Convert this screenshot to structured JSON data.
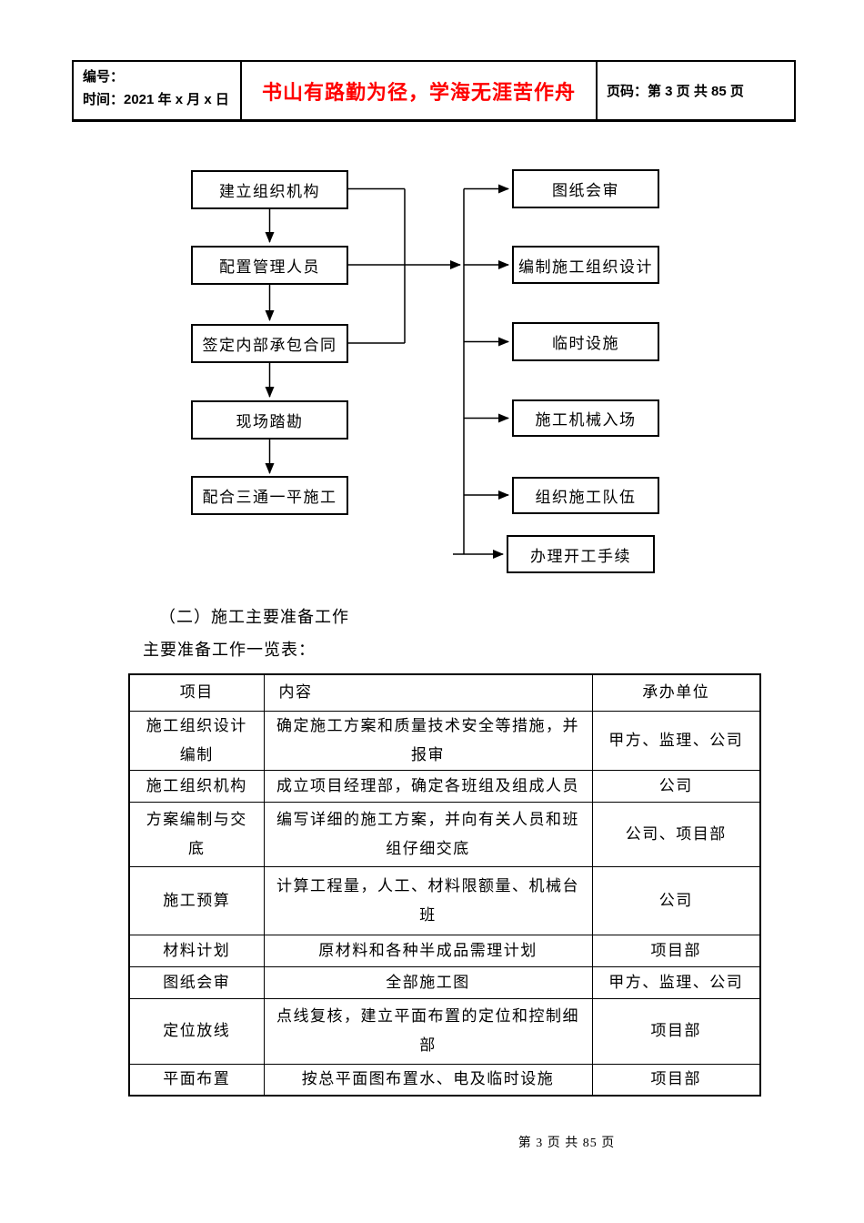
{
  "page_header": {
    "number_label": "编号：",
    "date_line": "时间：2021 年 x 月 x 日",
    "motto": "书山有路勤为径，学海无涯苦作舟",
    "motto_color": "#ff0000",
    "page_info": "页码：第 3 页 共 85 页"
  },
  "flowchart": {
    "left_boxes": [
      "建立组织机构",
      "配置管理人员",
      "签定内部承包合同",
      "现场踏勘",
      "配合三通一平施工"
    ],
    "right_boxes": [
      "图纸会审",
      "编制施工组织设计",
      "临时设施",
      "施工机械入场",
      "组织施工队伍",
      "办理开工手续"
    ]
  },
  "section": {
    "heading": "（二）施工主要准备工作",
    "subheading": "主要准备工作一览表："
  },
  "table": {
    "headers": [
      "项目",
      "内容",
      "承办单位"
    ],
    "rows": [
      {
        "item": "施工组织设计\n编制",
        "content": "确定施工方案和质量技术安全等措施，并\n报审",
        "unit": "甲方、监理、公司"
      },
      {
        "item": "施工组织机构",
        "content": "成立项目经理部，确定各班组及组成人员",
        "unit": "公司"
      },
      {
        "item": "方案编制与交\n底",
        "content": "编写详细的施工方案，并向有关人员和班\n组仔细交底",
        "unit": "公司、项目部"
      },
      {
        "item": "施工预算",
        "content": "计算工程量，人工、材料限额量、机械台\n班",
        "unit": "公司"
      },
      {
        "item": "材料计划",
        "content": "原材料和各种半成品需理计划",
        "unit": "项目部"
      },
      {
        "item": "图纸会审",
        "content": "全部施工图",
        "unit": "甲方、监理、公司"
      },
      {
        "item": "定位放线",
        "content": "点线复核，建立平面布置的定位和控制细\n部",
        "unit": "项目部"
      },
      {
        "item": "平面布置",
        "content": "按总平面图布置水、电及临时设施",
        "unit": "项目部"
      }
    ]
  },
  "footer": {
    "page_number": "第 3 页 共 85 页"
  }
}
